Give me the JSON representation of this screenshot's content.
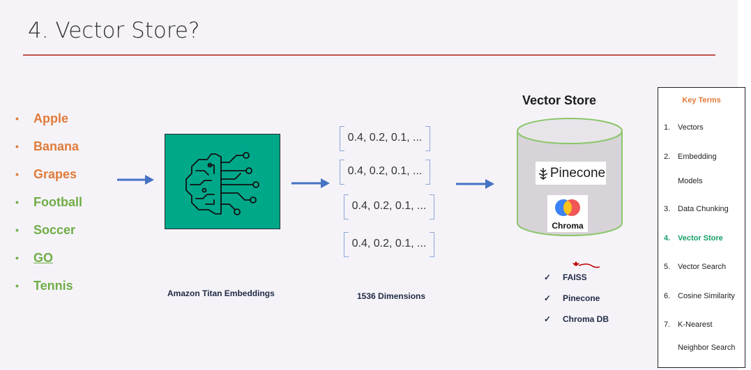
{
  "slide": {
    "title": "4. Vector Store?"
  },
  "inputs": [
    {
      "label": "Apple",
      "color": "#e07b39"
    },
    {
      "label": "Banana",
      "color": "#e07b39"
    },
    {
      "label": "Grapes",
      "color": "#e07b39"
    },
    {
      "label": "Football",
      "color": "#70ad47"
    },
    {
      "label": "Soccer",
      "color": "#70ad47"
    },
    {
      "label": "GO",
      "color": "#70ad47"
    },
    {
      "label": "Tennis",
      "color": "#70ad47"
    }
  ],
  "bullet_glyph": "•",
  "model": {
    "caption": "Amazon Titan  Embeddings",
    "color": "#00a88a",
    "icon": "brain-circuit-icon"
  },
  "vectors": {
    "rows": [
      "0.4, 0.2, 0.1, ...",
      "0.4, 0.2, 0.1, ...",
      "0.4, 0.2, 0.1, ...",
      "0.4, 0.2, 0.1, ..."
    ],
    "caption": "1536 Dimensions"
  },
  "store": {
    "title": "Vector Store",
    "logos": {
      "pinecone": "Pinecone",
      "chroma": "Chroma"
    },
    "options": [
      "FAISS",
      "Pinecone",
      "Chroma DB"
    ],
    "check_glyph": "✓"
  },
  "key_terms": {
    "title": "Key Terms",
    "items": [
      {
        "num": "1.",
        "label": "Vectors"
      },
      {
        "num": "2.",
        "label": "Embedding",
        "cont": "Models"
      },
      {
        "num": "3.",
        "label": "Data Chunking"
      },
      {
        "num": "4.",
        "label": "Vector Store",
        "active": true
      },
      {
        "num": "5.",
        "label": "Vector Search"
      },
      {
        "num": "6.",
        "label": "Cosine Similarity"
      },
      {
        "num": "7.",
        "label": "K-Nearest",
        "cont": "Neighbor Search"
      }
    ]
  },
  "colors": {
    "accent_rule": "#c0504d",
    "arrow": "#4472c4",
    "orange": "#e07b39",
    "green": "#70ad47",
    "active_term": "#16a06a"
  }
}
